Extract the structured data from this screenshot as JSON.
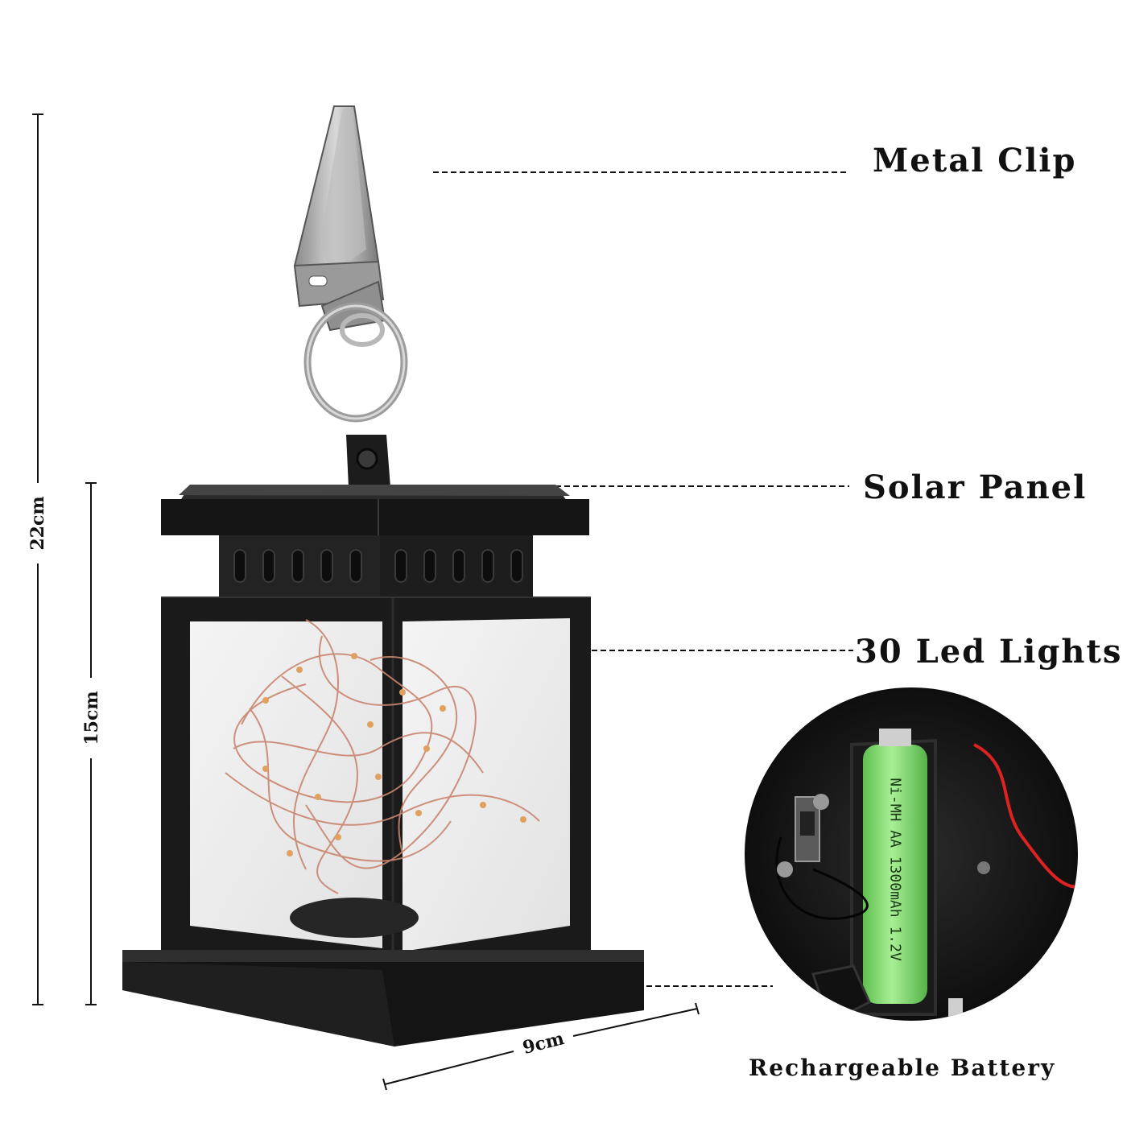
{
  "labels": {
    "metal_clip": "Metal Clip",
    "solar_panel": "Solar Panel",
    "led_lights": "30 Led Lights",
    "battery": "Rechargeable Battery"
  },
  "dimensions": {
    "total_height": "22cm",
    "body_height": "15cm",
    "width": "9cm"
  },
  "battery_print": "Ni-MH AA 1300mAh 1.2V",
  "colors": {
    "lantern_frame": "#1a1a1a",
    "battery_green": "#8fe07a",
    "led_wire": "#c9856f",
    "text": "#111111"
  }
}
